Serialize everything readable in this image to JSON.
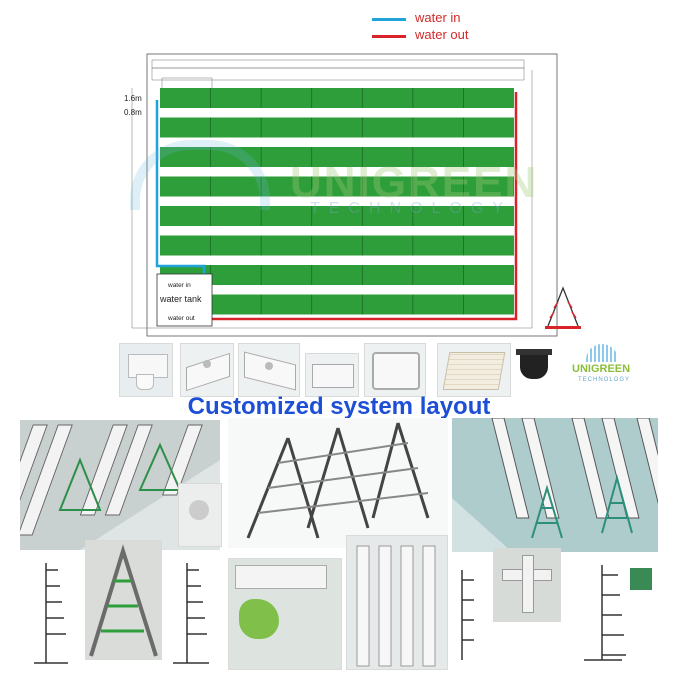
{
  "legend": {
    "water_in_label": "water in",
    "water_out_label": "water out",
    "water_in_color": "#1fa3d9",
    "water_out_color": "#d8232a"
  },
  "plan": {
    "dim_spacing": "1.6m",
    "dim_width": "0.8m",
    "tank_label": "water tank",
    "tank_in_label": "water in",
    "tank_out_label": "water out",
    "row_color": "#2e9e3a",
    "row_count": 8
  },
  "watermark": {
    "brand": "UNIGREEN",
    "tagline": "TECHNOLOGY"
  },
  "products": {
    "logo_brand": "UNIGREEN",
    "logo_tagline": "TECHNOLOGY"
  },
  "caption": {
    "title": "Customized system layout",
    "title_color": "#1d4fd6"
  }
}
